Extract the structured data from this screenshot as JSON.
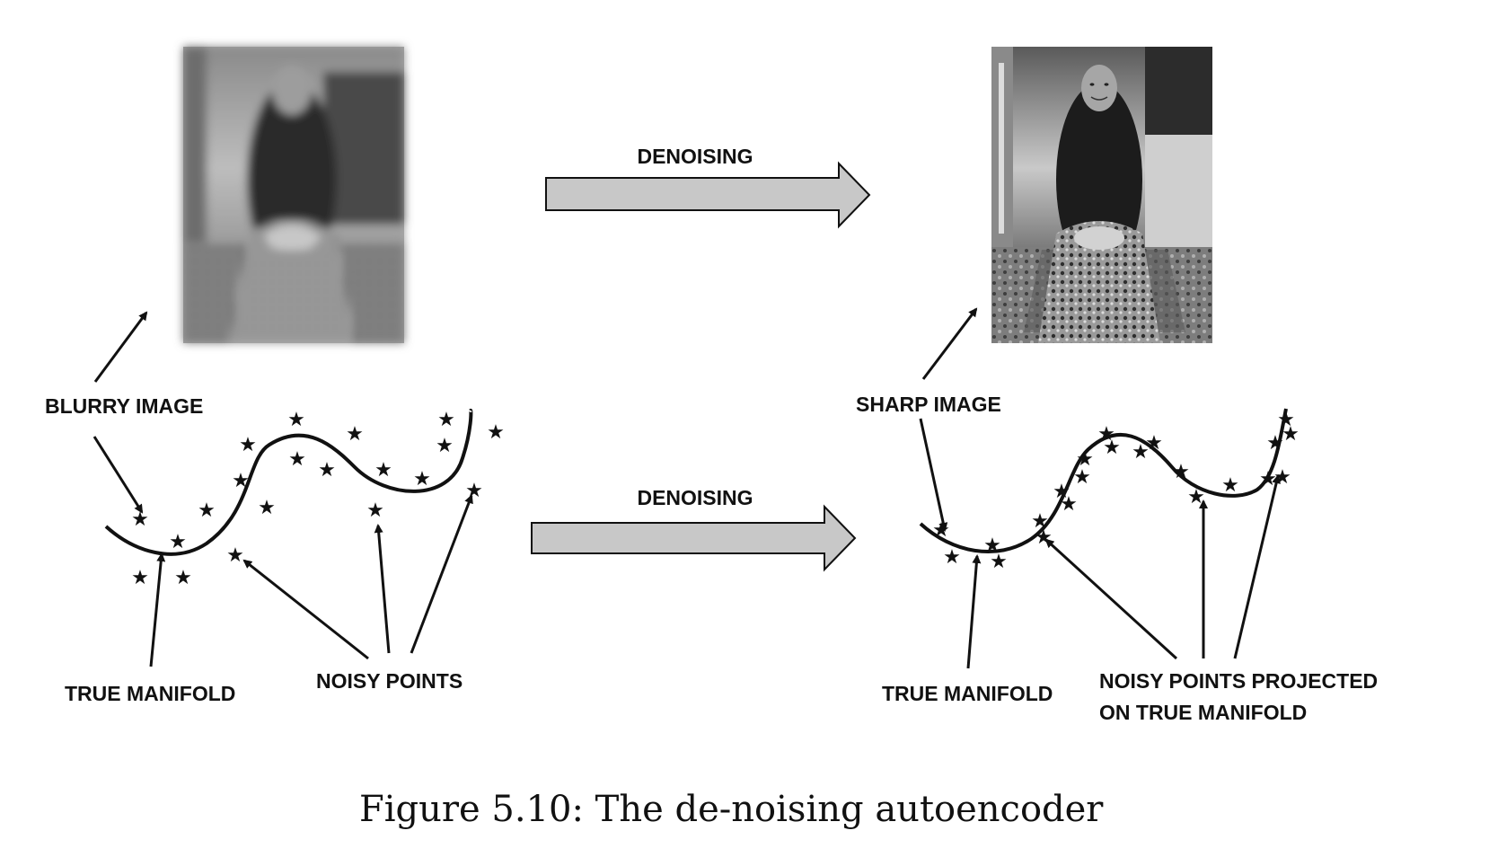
{
  "top": {
    "arrow_label": "DENOISING"
  },
  "bottom": {
    "arrow_label": "DENOISING"
  },
  "left": {
    "image_label": "BLURRY IMAGE",
    "manifold_label": "TRUE MANIFOLD",
    "points_label": "NOISY POINTS"
  },
  "right": {
    "image_label": "SHARP IMAGE",
    "manifold_label": "TRUE MANIFOLD",
    "points_label_line1": "NOISY POINTS PROJECTED",
    "points_label_line2": "ON TRUE MANIFOLD"
  },
  "caption": "Figure 5.10: The de-noising autoencoder",
  "point_glyph": "★",
  "colors": {
    "arrow_fill": "#c8c8c8",
    "ink": "#111111"
  }
}
